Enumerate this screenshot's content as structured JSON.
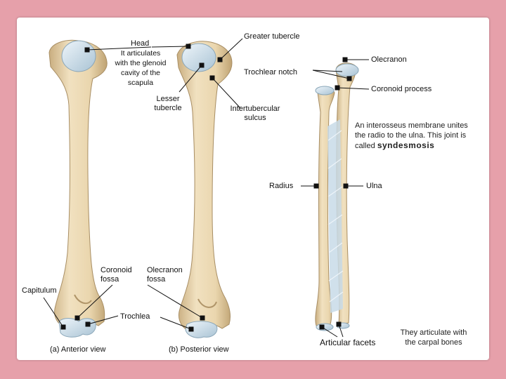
{
  "labels": {
    "head": "Head",
    "head_desc": [
      "It articulates",
      "with the glenoid",
      "cavity of the",
      "scapula"
    ],
    "greater_tubercle": "Greater tubercle",
    "trochlear_notch": "Trochlear notch",
    "olecranon": "Olecranon",
    "coronoid_process": "Coronoid process",
    "lesser_tubercle": [
      "Lesser",
      "tubercle"
    ],
    "intertubercular_sulcus": [
      "Intertubercular",
      "sulcus"
    ],
    "interosseus_note": [
      "An interosseus membrane unites",
      "the radio to the ulna. This joint is",
      "called"
    ],
    "syndesmosis": "syndesmosis",
    "radius": "Radius",
    "ulna": "Ulna",
    "coronoid_fossa": [
      "Coronoid",
      "fossa"
    ],
    "olecranon_fossa": [
      "Olecranon",
      "fossa"
    ],
    "capitulum": "Capitulum",
    "trochlea": "Trochlea",
    "anterior_view": "(a) Anterior view",
    "posterior_view": "(b) Posterior view",
    "articular_facets": "Articular facets",
    "carpal_note": [
      "They articulate with",
      "the carpal bones"
    ]
  },
  "colors": {
    "background": "#e6a0aa",
    "card": "#ffffff",
    "bone": "#ecd9b4",
    "bone_shade": "#cdb58a",
    "cartilage": "#cfe0ea",
    "membrane": "#c8dbe8",
    "leader": "#111111"
  }
}
